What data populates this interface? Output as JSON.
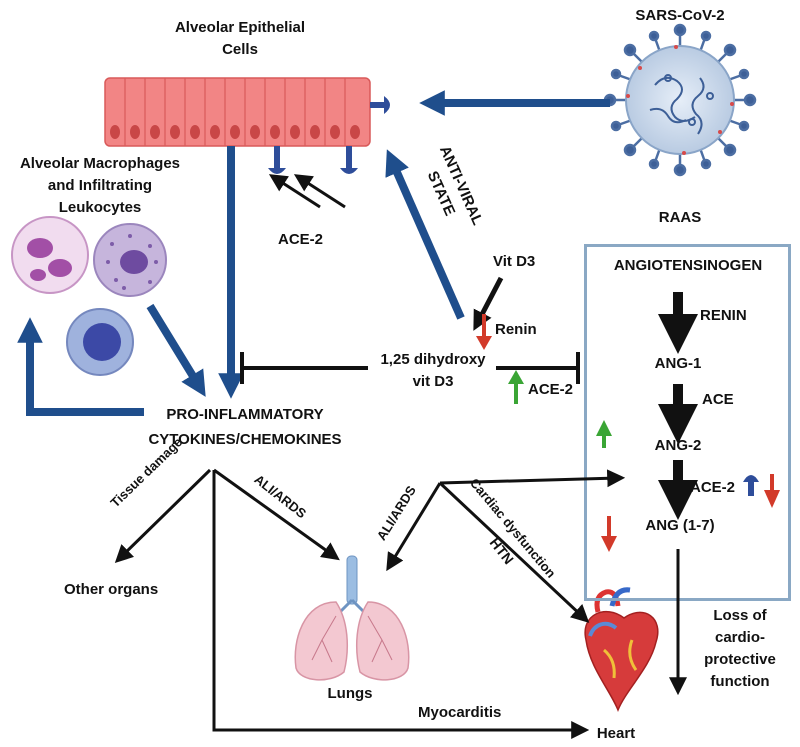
{
  "cells": {
    "title_line1": "Alveolar Epithelial",
    "title_line2": "Cells"
  },
  "virus": {
    "label": "SARS-CoV-2"
  },
  "macrophages": {
    "line1": "Alveolar Macrophages",
    "line2": "and Infiltrating",
    "line3": "Leukocytes"
  },
  "ace2_receptor_label": "ACE-2",
  "antiviral": {
    "line1": "ANTI-VIRAL",
    "line2": "STATE"
  },
  "vitd3": {
    "vit_d3": "Vit D3",
    "dihydroxy_line1": "1,25 dihydroxy",
    "dihydroxy_line2": "vit D3",
    "renin": "Renin",
    "ace2": "ACE-2"
  },
  "cytokines": {
    "line1": "PRO-INFLAMMATORY",
    "line2": "CYTOKINES/CHEMOKINES"
  },
  "raas": {
    "title": "RAAS",
    "angiotensinogen": "ANGIOTENSINOGEN",
    "renin": "RENIN",
    "ang1": "ANG-1",
    "ace": "ACE",
    "ang2": "ANG-2",
    "ace2": "ACE-2",
    "ang17": "ANG (1-7)"
  },
  "edges": {
    "tissue_damage": "Tissue damage",
    "ali_ards_left": "ALI/ARDS",
    "ali_ards_right": "ALI/ARDS",
    "cardiac_dysfunction": "Cardiac dysfunction",
    "htn": "HTN",
    "myocarditis": "Myocarditis"
  },
  "outcomes": {
    "other_organs": "Other organs",
    "lungs": "Lungs",
    "heart": "Heart",
    "loss_line1": "Loss of",
    "loss_line2": "cardio-",
    "loss_line3": "protective",
    "loss_line4": "function"
  },
  "colors": {
    "blue_arrow": "#1f4e8c",
    "up_arrow": "#3aa535",
    "down_arrow": "#d23a2a",
    "box_border": "#8aa8c4",
    "cell_pink": "#f07a7a"
  }
}
